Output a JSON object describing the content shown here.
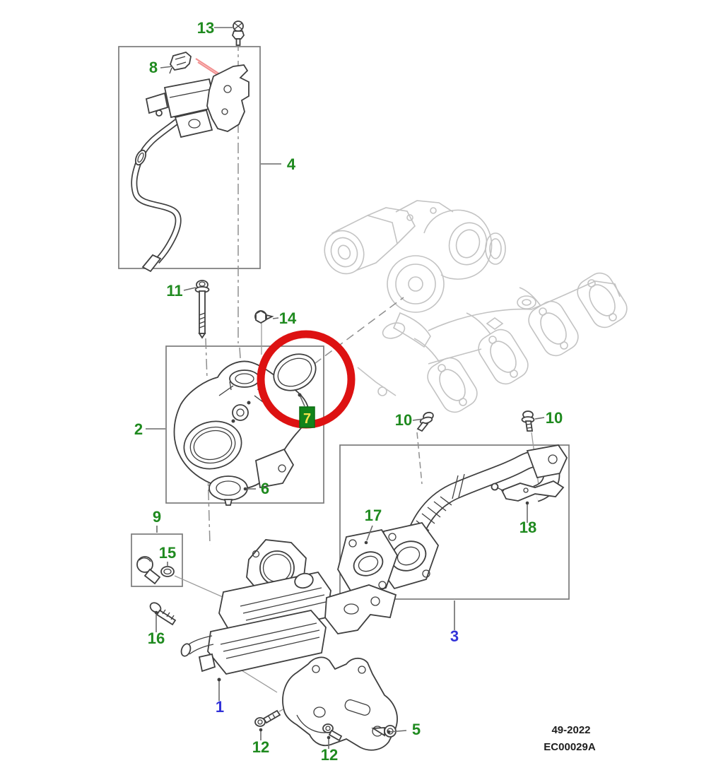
{
  "figure": {
    "footer": {
      "line1": "49-2022",
      "line2": "EC00029A"
    },
    "colors": {
      "callout_green": "#1f8a1f",
      "callout_blue": "#3232d8",
      "highlight_red": "#dd1212",
      "badge_green": "#12831a",
      "badge_text": "#f6e24b",
      "box_line": "#7a7a7a",
      "leader_line": "#6a6a6a",
      "part_line": "#3f3f3f",
      "reference_line": "#c3c3c3",
      "red_leader": "#f29090"
    },
    "callouts": [
      {
        "id": "13",
        "text": "13"
      },
      {
        "id": "8",
        "text": "8"
      },
      {
        "id": "4",
        "text": "4"
      },
      {
        "id": "11",
        "text": "11"
      },
      {
        "id": "14",
        "text": "14"
      },
      {
        "id": "2",
        "text": "2"
      },
      {
        "id": "7",
        "text": "7"
      },
      {
        "id": "6",
        "text": "6"
      },
      {
        "id": "10-left",
        "text": "10"
      },
      {
        "id": "10-right",
        "text": "10"
      },
      {
        "id": "17",
        "text": "17"
      },
      {
        "id": "18",
        "text": "18"
      },
      {
        "id": "3",
        "text": "3"
      },
      {
        "id": "9",
        "text": "9"
      },
      {
        "id": "15",
        "text": "15"
      },
      {
        "id": "16",
        "text": "16"
      },
      {
        "id": "1",
        "text": "1"
      },
      {
        "id": "12-left",
        "text": "12"
      },
      {
        "id": "12-right",
        "text": "12"
      },
      {
        "id": "5",
        "text": "5"
      }
    ]
  }
}
